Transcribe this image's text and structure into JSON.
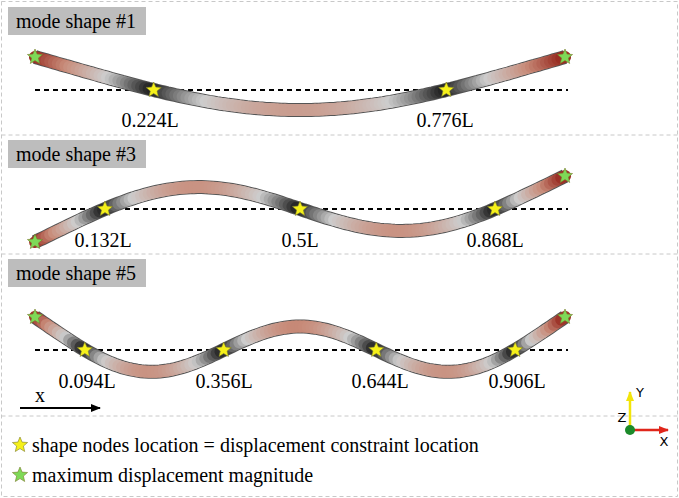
{
  "diagram": {
    "nodes": [
      {
        "text": [
          "mode shape #1"
        ]
      },
      {
        "text": [
          "mode shape #3"
        ]
      },
      {
        "text": [
          "mode shape #5"
        ]
      }
    ],
    "labels": [
      "0.224L",
      "0.776L",
      "0.132L",
      "0.5L",
      "0.868L",
      "0.094L",
      "0.356L",
      "0.644L",
      "0.906L",
      "x",
      "Y",
      "Z",
      "X"
    ],
    "legend": [
      {
        "text": "shape nodes location = displacement constraint location"
      },
      {
        "text": "maximum displacement magnitude"
      }
    ]
  }
}
